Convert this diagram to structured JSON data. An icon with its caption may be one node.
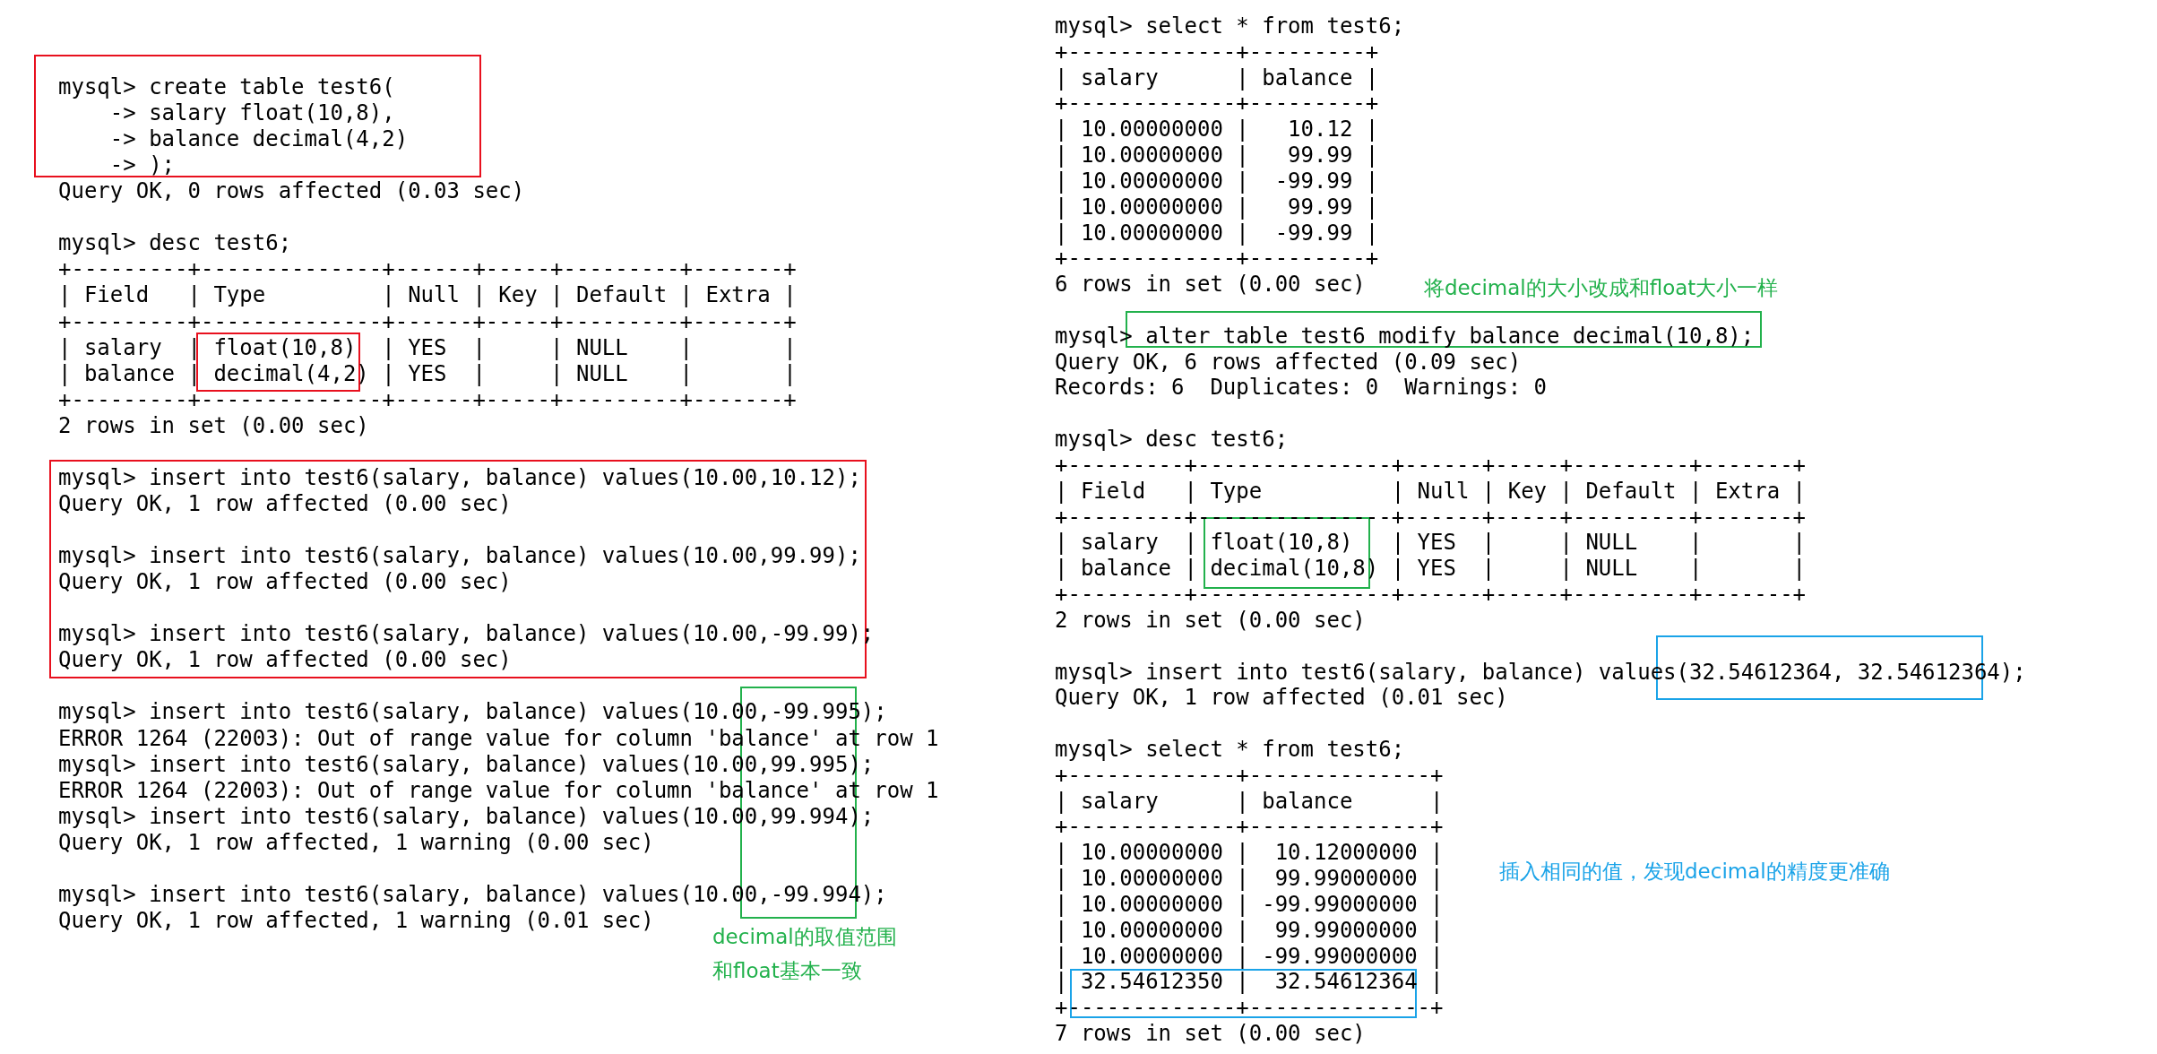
{
  "diagram": {
    "labels": [
      "mysql> create table test6(",
      "    -> salary float(10,8),",
      "    -> balance decimal(4,2)",
      "    -> );",
      "Query OK, 0 rows affected (0.03 sec)",
      "mysql> desc test6;",
      "+---------+--------------+------+-----+---------+-------+",
      "| Field   | Type         | Null | Key | Default | Extra |",
      "+---------+--------------+------+-----+---------+-------+",
      "| salary  | float(10,8)  | YES  |     | NULL    |       |",
      "| balance | decimal(4,2) | YES  |     | NULL    |       |",
      "+---------+--------------+------+-----+---------+-------+",
      "2 rows in set (0.00 sec)",
      "mysql> insert into test6(salary, balance) values(10.00,10.12);",
      "Query OK, 1 row affected (0.00 sec)",
      "mysql> insert into test6(salary, balance) values(10.00,99.99);",
      "Query OK, 1 row affected (0.00 sec)",
      "mysql> insert into test6(salary, balance) values(10.00,-99.99);",
      "Query OK, 1 row affected (0.00 sec)",
      "mysql> insert into test6(salary, balance) values(10.00,-99.995);",
      "ERROR 1264 (22003): Out of range value for column 'balance' at row 1",
      "mysql> insert into test6(salary, balance) values(10.00,99.995);",
      "ERROR 1264 (22003): Out of range value for column 'balance' at row 1",
      "mysql> insert into test6(salary, balance) values(10.00,99.994);",
      "Query OK, 1 row affected, 1 warning (0.00 sec)",
      "mysql> insert into test6(salary, balance) values(10.00,-99.994);",
      "Query OK, 1 row affected, 1 warning (0.01 sec)",
      "decimal的取值范围和float基本一致",
      "mysql> select * from test6;",
      "+-------------+---------+",
      "| salary      | balance |",
      "+-------------+---------+",
      "| 10.00000000 |   10.12 |",
      "| 10.00000000 |   99.99 |",
      "| 10.00000000 |  -99.99 |",
      "| 10.00000000 |   99.99 |",
      "| 10.00000000 |  -99.99 |",
      "+-------------+---------+",
      "6 rows in set (0.00 sec)",
      "将decimal的大小改成和float大小一样",
      "mysql> alter table test6 modify balance decimal(10,8);",
      "Query OK, 6 rows affected (0.09 sec)",
      "Records: 6  Duplicates: 0  Warnings: 0",
      "mysql> desc test6;",
      "+---------+---------------+------+-----+---------+-------+",
      "| Field   | Type          | Null | Key | Default | Extra |",
      "+---------+---------------+------+-----+---------+-------+",
      "| salary  | float(10,8)   | YES  |     | NULL    |       |",
      "| balance | decimal(10,8) | YES  |     | NULL    |       |",
      "+---------+---------------+------+-----+---------+-------+",
      "2 rows in set (0.00 sec)",
      "mysql> insert into test6(salary, balance) values(32.54612364, 32.54612364);",
      "Query OK, 1 row affected (0.01 sec)",
      "mysql> select * from test6;",
      "+-------------+--------------+",
      "| salary      | balance      |",
      "+-------------+--------------+",
      "| 10.00000000 |  10.12000000 |",
      "| 10.00000000 |  99.99000000 |",
      "| 10.00000000 | -99.99000000 |",
      "| 10.00000000 |  99.99000000 |",
      "| 10.00000000 | -99.99000000 |",
      "| 32.54612350 |  32.54612364 |",
      "+-------------+--------------+",
      "7 rows in set (0.00 sec)",
      "插入相同的值，发现decimal的精度更准确"
    ]
  }
}
